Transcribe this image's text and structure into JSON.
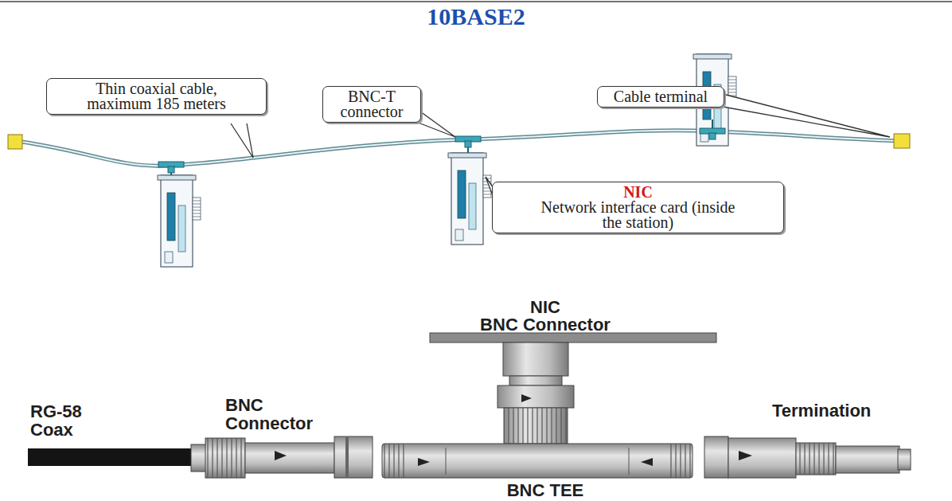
{
  "diagram": {
    "title": "10BASE2",
    "nodes": [
      {
        "text": [
          "Thin coaxial cable, maximum 185 meters"
        ]
      },
      {
        "text": [
          "BNC-T connector"
        ]
      },
      {
        "text": [
          "Cable terminal"
        ]
      },
      {
        "text": [
          "NIC",
          "Network interface card (inside the station)"
        ]
      }
    ],
    "edges": [],
    "labels": [
      "NIC",
      "BNC Connector",
      "RG-58 Coax",
      "BNC Connector",
      "Termination",
      "BNC TEE"
    ]
  }
}
